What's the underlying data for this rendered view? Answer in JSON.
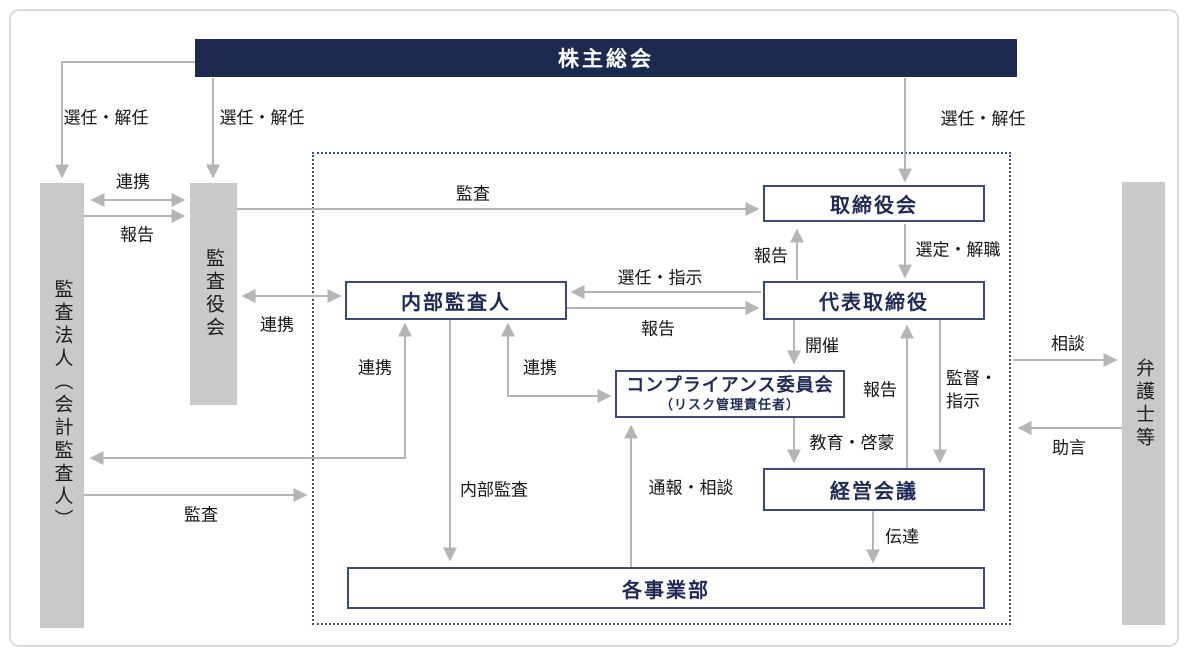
{
  "nodes": {
    "shareholders_meeting": "株主総会",
    "board_of_directors": "取締役会",
    "representative_director": "代表取締役",
    "internal_auditor": "内部監査人",
    "compliance_committee": "コンプライアンス委員会",
    "compliance_committee_sub": "（リスク管理責任者）",
    "management_meeting": "経営会議",
    "business_divisions": "各事業部",
    "audit_supervisory_board": "監査役会",
    "accounting_auditor": "監査法人（会計監査人）",
    "lawyers": "弁護士等"
  },
  "edge_labels": {
    "appoint_dismiss_accounting": "選任・解任",
    "appoint_dismiss_audit_board": "選任・解任",
    "appoint_dismiss_directors": "選任・解任",
    "cooperation_firm_auditboard": "連携",
    "report_firm_auditboard": "報告",
    "audit_auditboard_directors": "監査",
    "cooperation_auditboard_internal": "連携",
    "appoint_instruct": "選任・指示",
    "report_internal_rep": "報告",
    "report_rep_directors": "報告",
    "select_remove": "選定・解職",
    "cooperation_internal_firm": "連携",
    "cooperation_internal_compliance": "連携",
    "convene": "開催",
    "report_mgmt_rep": "報告",
    "supervise_instruct": "監督・指示",
    "educate_enlighten": "教育・啓蒙",
    "internal_audit": "内部監査",
    "whistle_consult": "通報・相談",
    "transmit": "伝達",
    "audit_firm_internal": "監査",
    "consult": "相談",
    "advice": "助言"
  },
  "colors": {
    "navy_banner": "#1b2a4e",
    "box_border": "#3d4a77",
    "box_text": "#1e2b55",
    "gray_bar": "#c9c9c9",
    "arrow": "#b5b5b5",
    "dotted_border": "#3a4e80",
    "label_text": "#161616"
  }
}
